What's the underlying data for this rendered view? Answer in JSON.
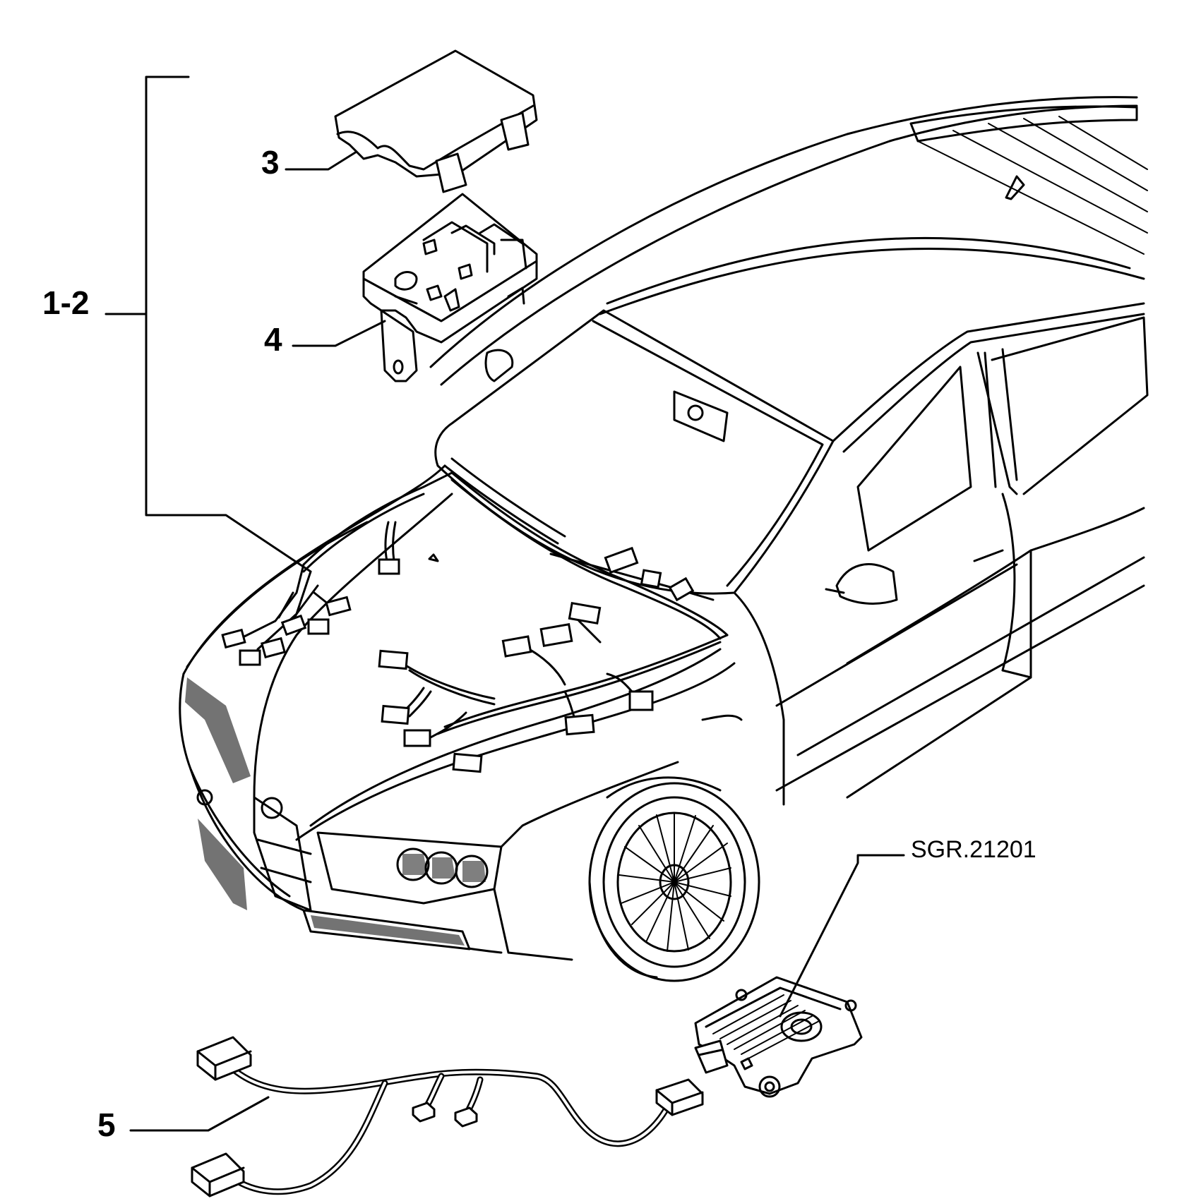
{
  "callouts": {
    "group": "1-2",
    "cover": "3",
    "fuse_box": "4",
    "harness": "5"
  },
  "reference": "SGR.21201",
  "colors": {
    "line": "#000000",
    "background": "#ffffff"
  }
}
